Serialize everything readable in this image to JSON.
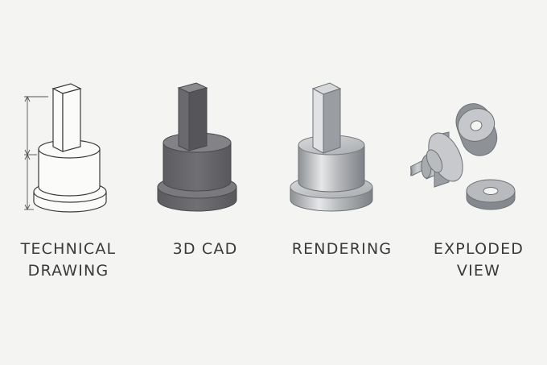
{
  "panels": [
    {
      "label": "TECHNICAL\nDRAWING"
    },
    {
      "label": "3D CAD"
    },
    {
      "label": "RENDERING"
    },
    {
      "label": "EXPLODED\nVIEW"
    }
  ],
  "icons": [
    "technical-drawing-part-icon",
    "cad-part-icon",
    "rendered-part-icon",
    "exploded-part-icon"
  ],
  "colors": {
    "background": "#f4f4f2",
    "outline": "#3b3b3b",
    "cad": "#6e6e72",
    "metal": "#bfc1c3",
    "text": "#3a3a3a"
  }
}
